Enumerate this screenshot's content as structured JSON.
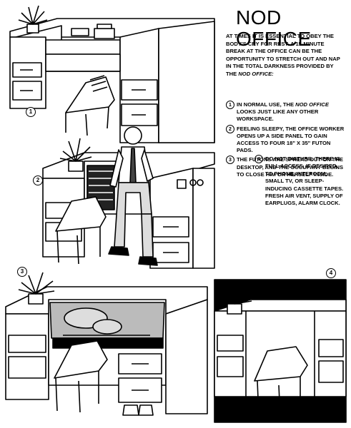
{
  "title": "NOD OFFICE",
  "intro": {
    "text_before": "AT TIMES IT IS ESSENTIAL TO OBEY THE BODY'S CRY FOR REST. A 15-MINUTE BREAK AT THE OFFICE CAN BE THE OPPORTUNITY TO STRETCH OUT AND NAP IN THE TOTAL DARKNESS PROVIDED BY THE ",
    "product_name": "NOD OFFICE:"
  },
  "steps": [
    {
      "number": "1",
      "text_before": "IN NORMAL USE, THE ",
      "emphasis": "NOD OFFICE",
      "text_after": " LOOKS JUST LIKE ANY OTHER WORKSPACE."
    },
    {
      "number": "2",
      "text_before": "FEELING SLEEPY, THE OFFICE WORKER OPENS UP A SIDE PANEL TO GAIN ACCESS TO FOUR 18\" x 35\" FUTON PADS.",
      "emphasis": "",
      "text_after": ""
    },
    {
      "number": "3",
      "text_before": "THE FUTONS ARE SPREAD OUT ON THE DESKTOP, AND THE OCCUPANT BEGINS TO CLOSE HIM OR HERSELF INSIDE.",
      "emphasis": "",
      "text_after": ""
    },
    {
      "number": "4",
      "text_before": "DO NOT DISTURB. THERE IS FULL ACCESS, IF DESIRED, TO PHONE, INTERCOM, SMALL TV, OR SLEEP-INDUCING CASSETTE TAPES. FRESH AIR VENT, SUPPLY OF EARPLUGS, ALARM CLOCK.",
      "emphasis": "",
      "text_after": ""
    }
  ],
  "panels": [
    {
      "label": "1"
    },
    {
      "label": "2"
    },
    {
      "label": "3"
    },
    {
      "label": "4"
    }
  ]
}
